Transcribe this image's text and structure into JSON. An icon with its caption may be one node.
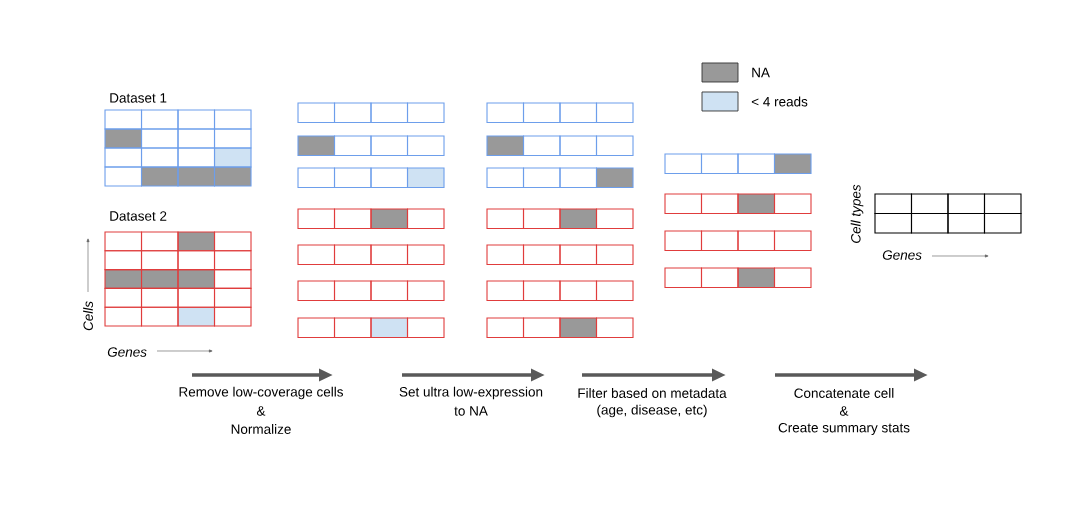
{
  "diagram": {
    "labels": [
      "Dataset 1",
      "Dataset 2",
      "Cell types",
      "Genes",
      "Cells",
      "Genes",
      "Remove low-coverage cells",
      "&",
      "Normalize",
      "Set ultra low-expression",
      "to NA",
      "Filter based on metadata",
      "(age, disease, etc)",
      "Concatenate cell",
      "&",
      "Create summary stats"
    ],
    "legend": [
      {
        "text": "NA",
        "color": "#999999"
      },
      {
        "text": "< 4 reads",
        "color": "#cfe2f3"
      }
    ]
  }
}
